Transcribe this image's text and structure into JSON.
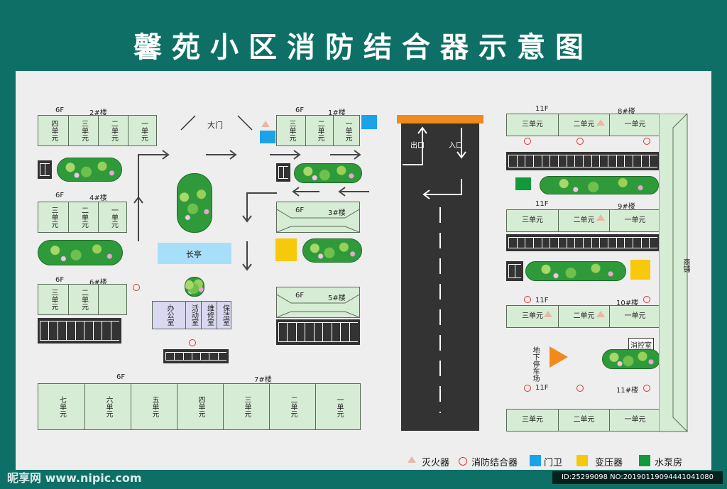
{
  "title": "馨苑小区消防结合器示意图",
  "gate": "大门",
  "pavilion": "长亭",
  "exit": "出口",
  "entrance": "入口",
  "shops": "商铺",
  "fire_control_room": "消控室",
  "underground_parking": "地下停车场",
  "left_buildings": [
    {
      "floors": "6F",
      "name": "2#楼",
      "units": [
        "四单元",
        "三单元",
        "二单元",
        "一单元"
      ]
    },
    {
      "floors": "6F",
      "name": "4#楼",
      "units": [
        "三单元",
        "二单元",
        "一单元"
      ]
    },
    {
      "floors": "6F",
      "name": "6#楼",
      "units": [
        "三单元",
        "二单元",
        ""
      ]
    },
    {
      "floors": "6F",
      "name": "1#楼",
      "units": [
        "三单元",
        "二单元",
        "一单元"
      ]
    },
    {
      "floors": "6F",
      "name": "3#楼"
    },
    {
      "floors": "6F",
      "name": "5#楼"
    }
  ],
  "building7": {
    "floors": "6F",
    "name": "7#楼",
    "units": [
      "七单元",
      "六单元",
      "五单元",
      "四单元",
      "三单元",
      "二单元",
      "一单元"
    ]
  },
  "right_buildings": [
    {
      "floors": "11F",
      "name": "8#楼",
      "units": [
        "三单元",
        "二单元",
        "一单元"
      ]
    },
    {
      "floors": "11F",
      "name": "9#楼",
      "units": [
        "三单元",
        "二单元",
        "一单元"
      ]
    },
    {
      "floors": "11F",
      "name": "10#楼",
      "units": [
        "三单元",
        "二单元",
        "一单元"
      ]
    },
    {
      "floors": "11F",
      "name": "11#楼",
      "units": [
        "三单元",
        "二单元",
        "一单元"
      ]
    }
  ],
  "facilities": [
    "办公室",
    "活动室",
    "维修室",
    "保洁室"
  ],
  "legend": {
    "extinguisher": "灭火器",
    "connector": "消防结合器",
    "guard": "门卫",
    "transformer": "变压器",
    "pump": "水泵房"
  },
  "colors": {
    "guard": "#1aa3e8",
    "transformer": "#f7c90a",
    "pump": "#12993a",
    "orange": "#f08a1c"
  },
  "watermark": "昵享网 www.nipic.com",
  "image_id": "ID:25299098 NO:20190119094441041080"
}
